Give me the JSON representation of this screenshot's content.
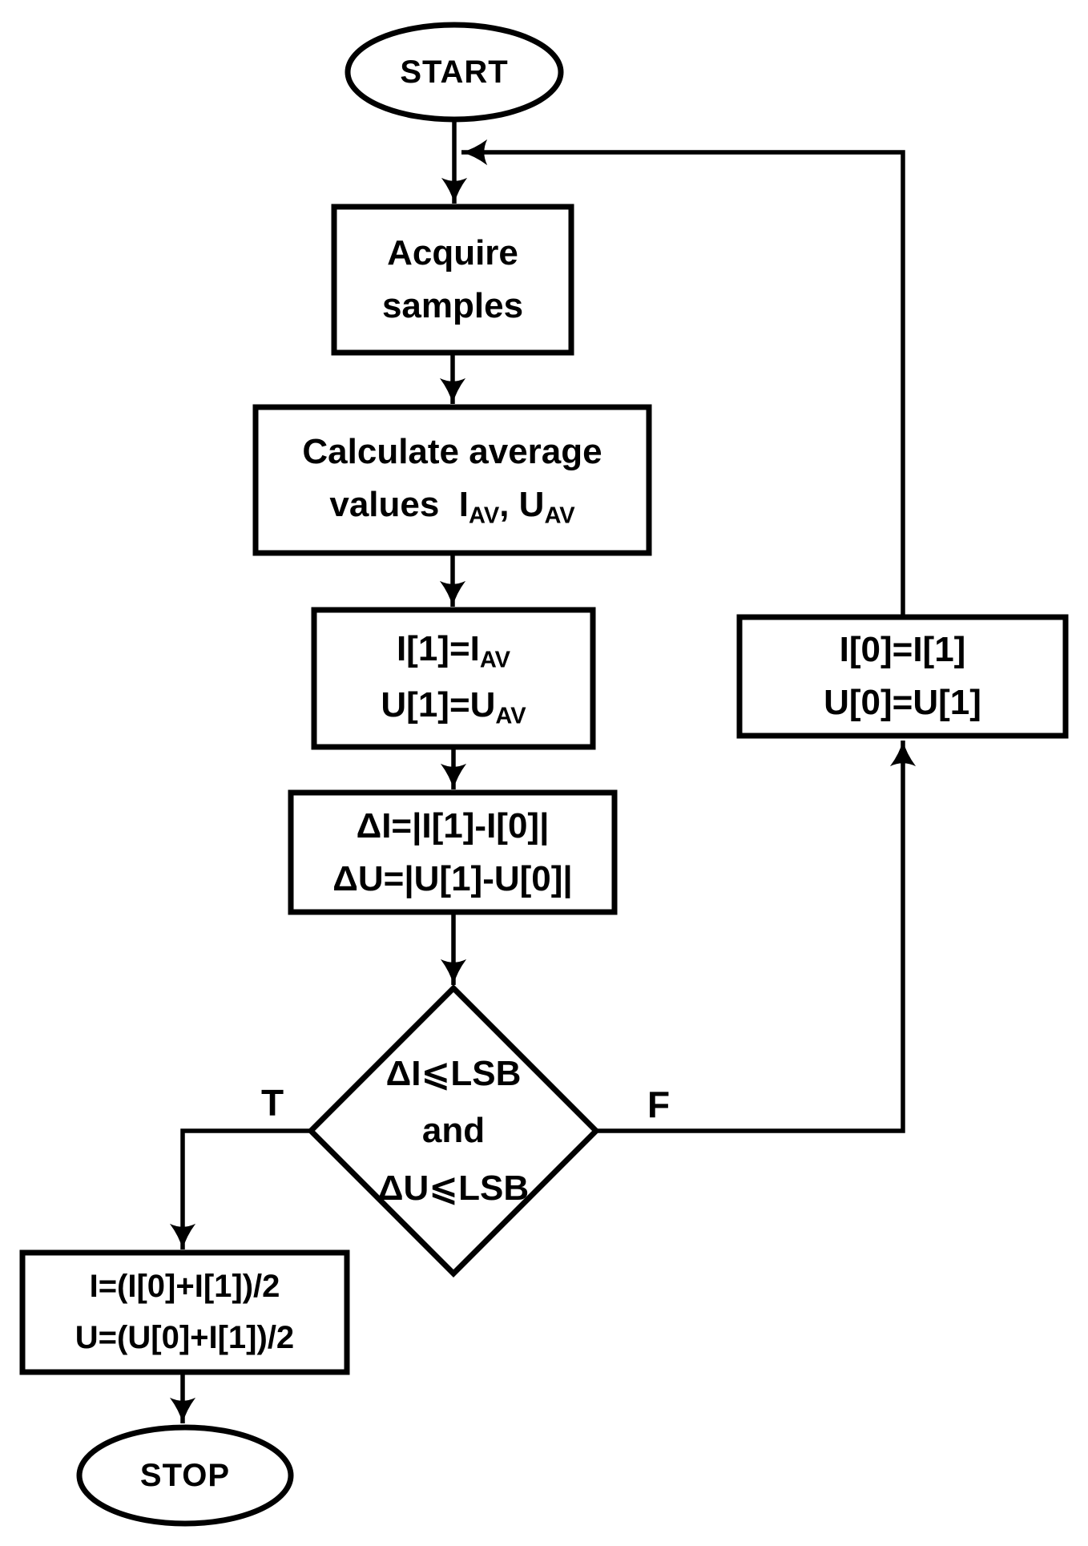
{
  "canvas": {
    "background": "#ffffff",
    "stroke_color": "#000000",
    "text_color": "#000000"
  },
  "nodes": {
    "start": {
      "shape": "terminator",
      "label": "START"
    },
    "acquire": {
      "shape": "process",
      "lines": [
        "Acquire",
        "samples"
      ]
    },
    "calc": {
      "shape": "process",
      "line1": "Calculate average",
      "line2_parts": [
        {
          "t": "values  I"
        },
        {
          "t": "AV",
          "sub": true
        },
        {
          "t": ", U"
        },
        {
          "t": "AV",
          "sub": true
        }
      ]
    },
    "assign": {
      "shape": "process",
      "line1_parts": [
        {
          "t": "I[1]="
        },
        {
          "t": "I"
        },
        {
          "t": "AV",
          "sub": true
        }
      ],
      "line2_parts": [
        {
          "t": "U[1]="
        },
        {
          "t": "U"
        },
        {
          "t": "AV",
          "sub": true
        }
      ]
    },
    "delta": {
      "shape": "process",
      "lines": [
        "ΔI=|I[1]-I[0]|",
        "ΔU=|U[1]-U[0]|"
      ]
    },
    "decision": {
      "shape": "decision",
      "lines": [
        "ΔI⩽LSB",
        "and",
        "ΔU⩽LSB"
      ]
    },
    "result": {
      "shape": "process",
      "lines": [
        "I=(I[0]+I[1])/2",
        "U=(U[0]+I[1])/2"
      ]
    },
    "stop": {
      "shape": "terminator",
      "label": "STOP"
    },
    "shift": {
      "shape": "process",
      "lines": [
        "I[0]=I[1]",
        "U[0]=U[1]"
      ]
    }
  },
  "branch_labels": {
    "true": "T",
    "false": "F"
  }
}
